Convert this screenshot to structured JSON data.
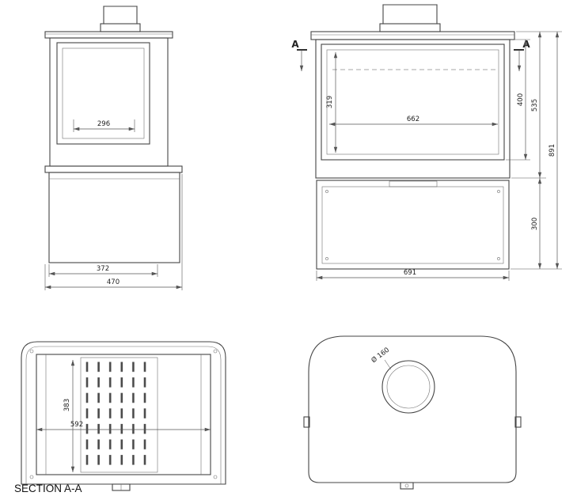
{
  "views": {
    "side": {
      "dims": {
        "window_width": "296",
        "body_depth": "372",
        "total_depth": "470"
      }
    },
    "front": {
      "section_marker": "A",
      "dims": {
        "glass_height": "319",
        "glass_width": "662",
        "firebox_height": "400",
        "upper_body_height": "535",
        "base_height": "300",
        "total_height": "891",
        "base_width": "691"
      }
    },
    "section_aa": {
      "label": "SECTION A-A",
      "dims": {
        "inner_depth": "383",
        "inner_width": "592"
      }
    },
    "top": {
      "dims": {
        "flue_diameter": "Ø 160"
      }
    }
  },
  "colors": {
    "background": "#ffffff",
    "line": "#454545",
    "dimension": "#555555",
    "text": "#222222"
  }
}
